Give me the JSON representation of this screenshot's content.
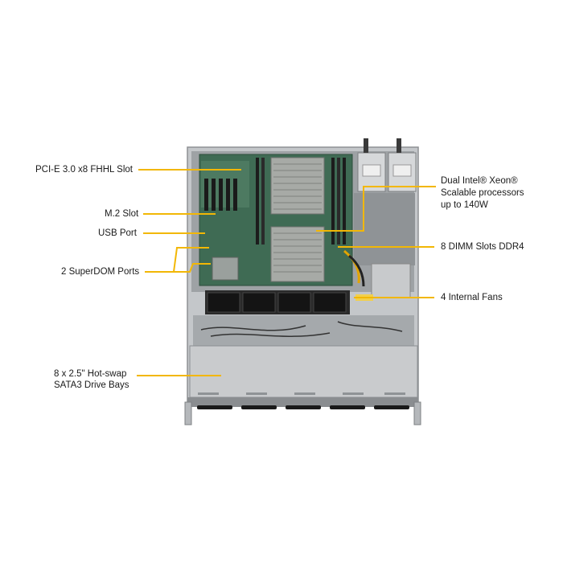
{
  "colors": {
    "callout_line": "#f2b705",
    "chassis": "#b9bcbf",
    "board": "#3f6b54",
    "heatsink": "#a7aaa6",
    "fan": "#1e1e1e",
    "text": "#1a1a1a"
  },
  "callouts_left": {
    "pcie": "PCI-E 3.0 x8 FHHL Slot",
    "m2": "M.2 Slot",
    "usb": "USB Port",
    "superdom": "2 SuperDOM Ports",
    "drive_bays_line1": "8 x 2.5\" Hot-swap",
    "drive_bays_line2": "SATA3 Drive Bays"
  },
  "callouts_right": {
    "cpu_line1": "Dual Intel® Xeon®",
    "cpu_line2": "Scalable processors",
    "cpu_line3": "up to 140W",
    "dimm": "8 DIMM Slots DDR4",
    "fans": "4 Internal Fans"
  }
}
